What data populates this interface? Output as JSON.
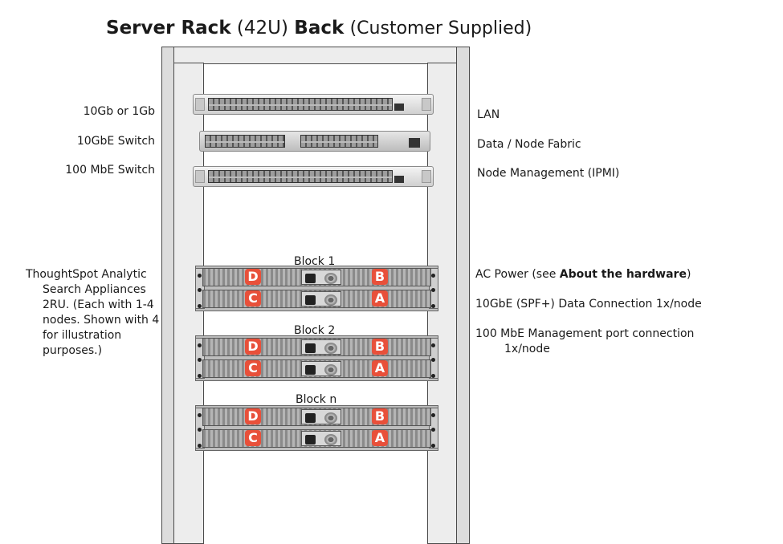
{
  "title": {
    "part1": "Server Rack",
    "part2": "(42U)",
    "part3": "Back",
    "part4": "(Customer Supplied)"
  },
  "left_labels": {
    "lan_switch": "10Gb or 1Gb",
    "data_switch": "10GbE Switch",
    "mgmt_switch": "100 MbE Switch",
    "appliance": [
      "ThoughtSpot Analytic",
      "Search Appliances",
      "2RU. (Each with 1-4",
      "nodes. Shown with 4",
      "for illustration",
      "purposes.)"
    ]
  },
  "right_labels": {
    "lan": "LAN",
    "fabric": "Data / Node Fabric",
    "ipmi": "Node Management (IPMI)",
    "ac_power_prefix": "AC Power (see ",
    "ac_power_link": "About the hardware",
    "ac_power_suffix": ")",
    "data_conn": "10GbE (SPF+) Data Connection 1x/node",
    "mgmt_conn_line1": "100 MbE Management port connection",
    "mgmt_conn_line2": "1x/node"
  },
  "blocks": [
    {
      "label": "Block 1",
      "nodes": [
        "D",
        "B",
        "C",
        "A"
      ]
    },
    {
      "label": "Block 2",
      "nodes": [
        "D",
        "B",
        "C",
        "A"
      ]
    },
    {
      "label": "Block n",
      "nodes": [
        "D",
        "B",
        "C",
        "A"
      ]
    }
  ],
  "colors": {
    "node_badge": "#e8503a",
    "rack_post": "#dcdcdc",
    "rack_interior": "#ededed"
  }
}
